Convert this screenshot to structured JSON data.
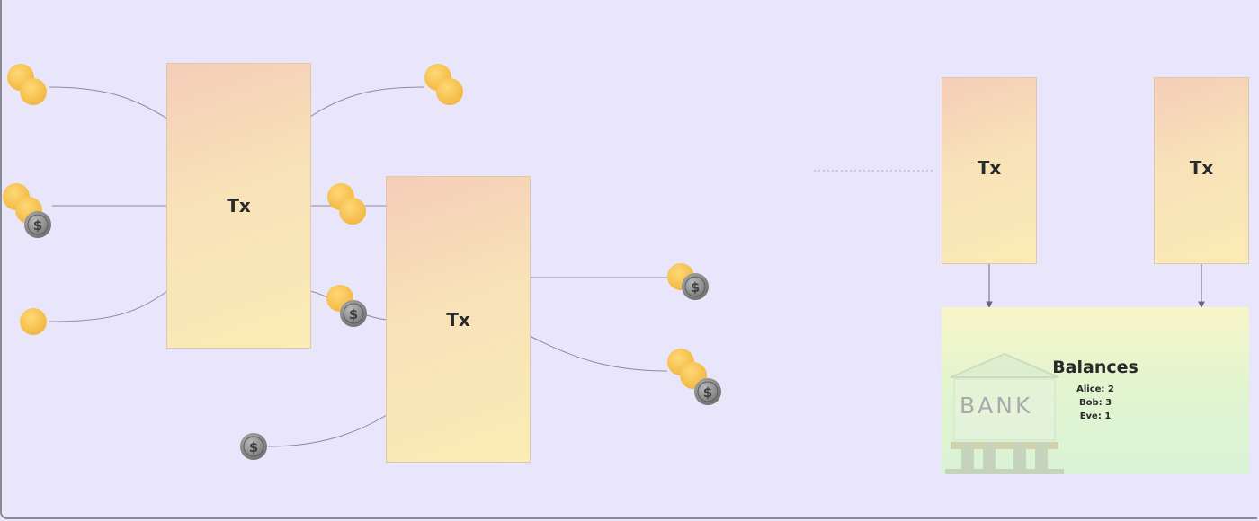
{
  "transactions": {
    "tx1_label": "Tx",
    "tx2_label": "Tx",
    "tx3_label": "Tx",
    "tx4_label": "Tx"
  },
  "balances": {
    "title": "Balances",
    "lines": [
      "Alice: 2",
      "Bob: 3",
      "Eve: 1"
    ],
    "bank_sign": "BANK"
  },
  "colors": {
    "background": "#e9e6fb",
    "coin_gold": "#f5c04a",
    "coin_gold_edge": "#e5a93a",
    "coin_dollar": "#8a8a8a",
    "connector": "#8d8aa3"
  },
  "icons": {
    "gold_coin": "gold-coin-icon",
    "dollar_coin": "dollar-coin-icon",
    "bank": "bank-building-icon"
  }
}
